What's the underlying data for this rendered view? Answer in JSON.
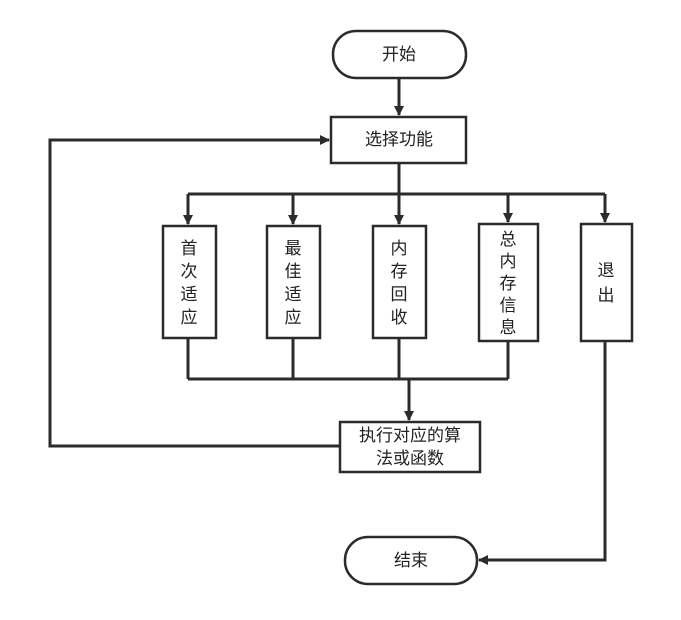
{
  "nodes": {
    "start": "开始",
    "select": "选择功能",
    "first_fit": [
      "首",
      "次",
      "适",
      "应"
    ],
    "best_fit": [
      "最",
      "佳",
      "适",
      "应"
    ],
    "recycle": [
      "内",
      "存",
      "回",
      "收"
    ],
    "total_info": [
      "总",
      "内",
      "存",
      "信",
      "息"
    ],
    "exit": [
      "退",
      "出"
    ],
    "execute": [
      "执行对应的算",
      "法或函数"
    ],
    "end": "结束"
  }
}
